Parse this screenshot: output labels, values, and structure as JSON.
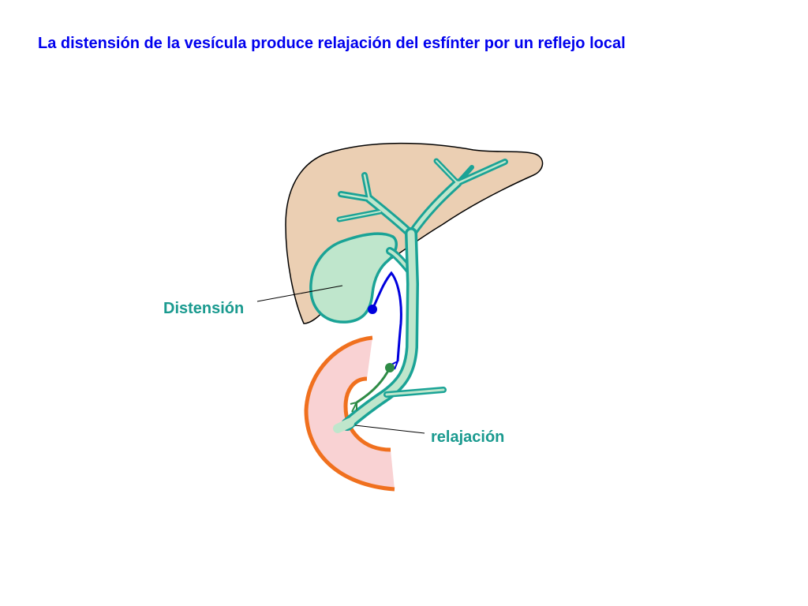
{
  "slide": {
    "title": "La distensión de la vesícula produce relajación del esfínter por un reflejo local"
  },
  "labels": {
    "distension": "Distensión",
    "relaxation": "relajación"
  },
  "colors": {
    "title_text": "#0000ee",
    "label_text": "#1a9a8f",
    "liver_fill": "#ebcfb3",
    "duct_stroke": "#1aa396",
    "duct_fill": "#bfe6cc",
    "gallbladder_fill": "#bfe6cc",
    "duodenum_fill": "#f9d2d3",
    "duodenum_stroke": "#f0701e",
    "afferent_nerve": "#0000dd",
    "efferent_nerve": "#2e8b46"
  }
}
